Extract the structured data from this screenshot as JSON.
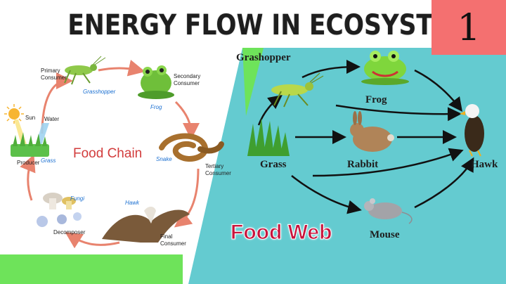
{
  "title": "ENERGY FLOW IN ECOSYSTEM",
  "badge": "1",
  "food_chain": {
    "title": "Food Chain",
    "nodes": [
      {
        "role": "Sun",
        "name": ""
      },
      {
        "role": "Water",
        "name": ""
      },
      {
        "role": "Producer",
        "name": "Grass"
      },
      {
        "role": "Primary\nConsumer",
        "name": "Grasshopper"
      },
      {
        "role": "Secondary\nConsumer",
        "name": "Frog"
      },
      {
        "role": "Tertiary\nConsumer",
        "name": "Snake"
      },
      {
        "role": "Final\nConsumer",
        "name": "Hawk"
      },
      {
        "role": "Decomposer",
        "name": "Fungi"
      }
    ]
  },
  "food_web": {
    "title": "Food Web",
    "nodes": {
      "grashopper": "Grashopper",
      "frog": "Frog",
      "grass": "Grass",
      "rabbit": "Rabbit",
      "hawk": "Hawk",
      "mouse": "Mouse"
    }
  },
  "colors": {
    "web_bg": "#64cbd0",
    "web_green": "#6ee35a",
    "chain_arrow": "#e8836e",
    "badge": "#f47070",
    "chain_title": "#d23c3c",
    "web_title": "#c8143c"
  }
}
